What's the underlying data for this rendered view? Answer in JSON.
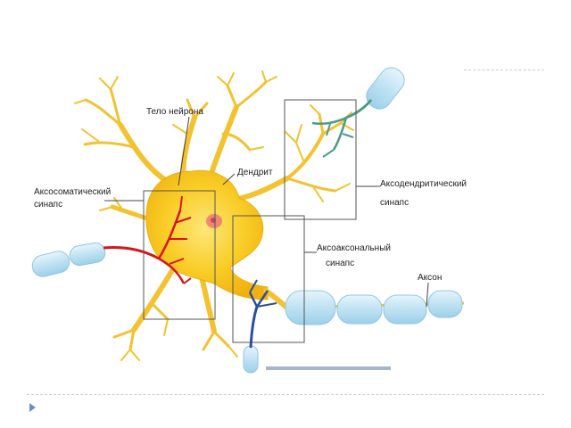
{
  "labels": {
    "soma": "Тело нейрона",
    "dendrite": "Дендрит",
    "axosomatic_line1": "Аксосоматический",
    "axosomatic_line2": "синапс",
    "axodendritic_line1": "Аксодендритический",
    "axodendritic_line2": "синапс",
    "axoaxonal_line1": "Аксоаксональный",
    "axoaxonal_line2": "синапс",
    "axon": "Аксон"
  },
  "colors": {
    "neuron_body": "#f7c21a",
    "neuron_highlight": "#fde77a",
    "dendrite": "#f2c230",
    "myelin": "#bfe2f3",
    "myelin_edge": "#8fc6e0",
    "red_axon": "#d7141a",
    "green_axon": "#4e9a88",
    "blue_axon": "#2d4e9e",
    "box_stroke": "#555555",
    "slide_accent": "#6f8fc4"
  }
}
